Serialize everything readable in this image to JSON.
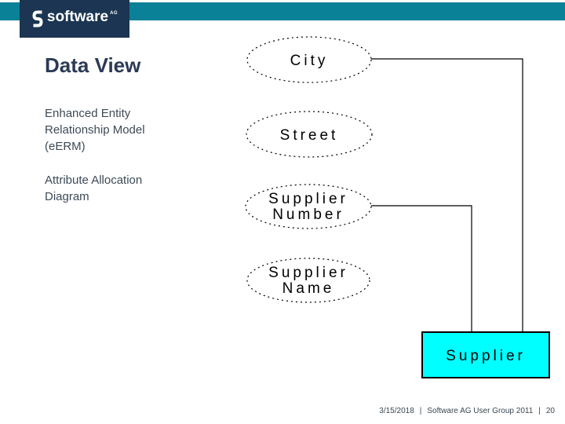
{
  "header": {
    "logo_word": "software",
    "logo_suffix": "AG",
    "bar_color": "#0A8196",
    "logo_bg": "#1B3552"
  },
  "slide": {
    "title": "Data View",
    "paragraphs": [
      "Enhanced Entity Relationship Model (eERM)",
      "Attribute Allocation Diagram"
    ]
  },
  "diagram": {
    "type": "eERM attribute allocation diagram",
    "attributes": [
      {
        "id": "city",
        "lines": [
          "City"
        ]
      },
      {
        "id": "street",
        "lines": [
          "Street"
        ]
      },
      {
        "id": "supplier-number",
        "lines": [
          "Supplier",
          "Number"
        ]
      },
      {
        "id": "supplier-name",
        "lines": [
          "Supplier",
          "Name"
        ]
      }
    ],
    "entity": {
      "id": "supplier",
      "label": "Supplier",
      "fill": "#00FFFF"
    },
    "connections": [
      {
        "from": "City",
        "to": "Supplier"
      },
      {
        "from": "Supplier Number",
        "to": "Supplier"
      }
    ]
  },
  "footer": {
    "date": "3/15/2018",
    "separator": "|",
    "event": "Software AG User Group 2011",
    "page": "20"
  }
}
